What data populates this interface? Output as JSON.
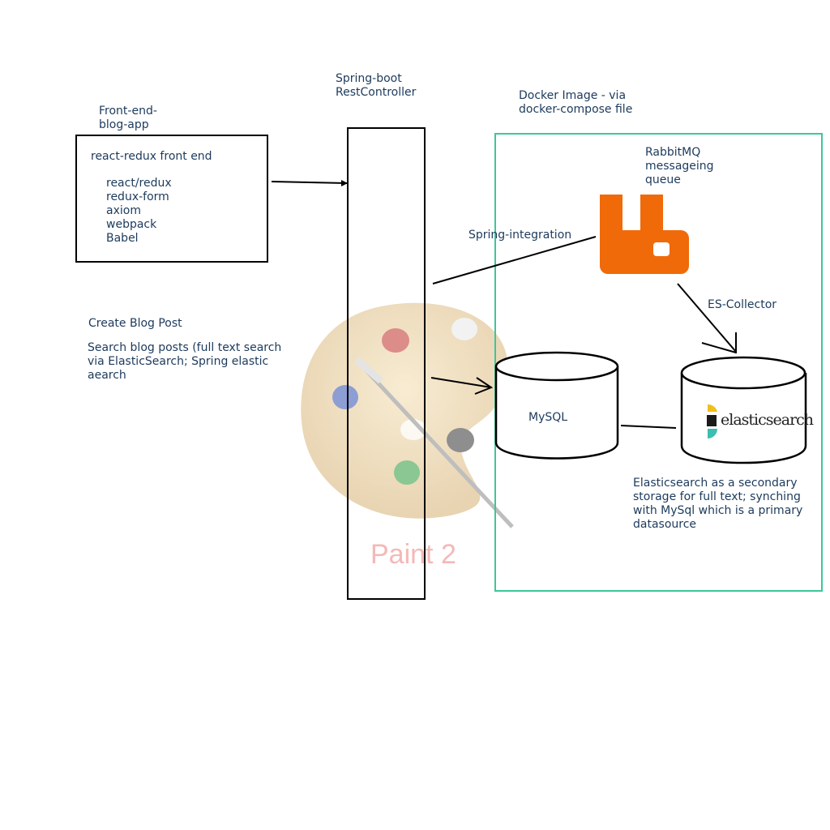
{
  "labels": {
    "frontend_title": [
      "Front-end-",
      "blog-app"
    ],
    "spring_title": [
      "Spring-boot",
      "RestController"
    ],
    "docker_title": [
      "Docker Image - via",
      "docker-compose file"
    ],
    "rabbit_title": [
      "RabbitMQ",
      "messageing",
      "queue"
    ],
    "spring_integration": "Spring-integration",
    "es_collector": "ES-Collector",
    "mysql": "MySQL",
    "elasticsearch_logo_text": "elasticsearch",
    "es_note": [
      "Elasticsearch as a secondary",
      "storage for full text; synching",
      "with MySql which is a primary",
      "datasource"
    ],
    "create_post": "Create Blog Post",
    "search_note": [
      "Search blog posts (full text search",
      "via ElasticSearch; Spring elastic",
      "aearch"
    ],
    "watermark": "Paint 2"
  },
  "frontend_box": {
    "heading": "react-redux front end",
    "items": [
      "react/redux",
      "redux-form",
      "axiom",
      "webpack",
      "Babel"
    ]
  },
  "colors": {
    "text": "#1c3a5c",
    "docker_border": "#3cc79a",
    "rabbit_orange": "#f06a0a",
    "watermark": "#f4b8b8"
  },
  "icons": {
    "rabbitmq": "rabbitmq-logo",
    "elasticsearch": "elasticsearch-logo",
    "watermark": "paint-palette-watermark"
  }
}
